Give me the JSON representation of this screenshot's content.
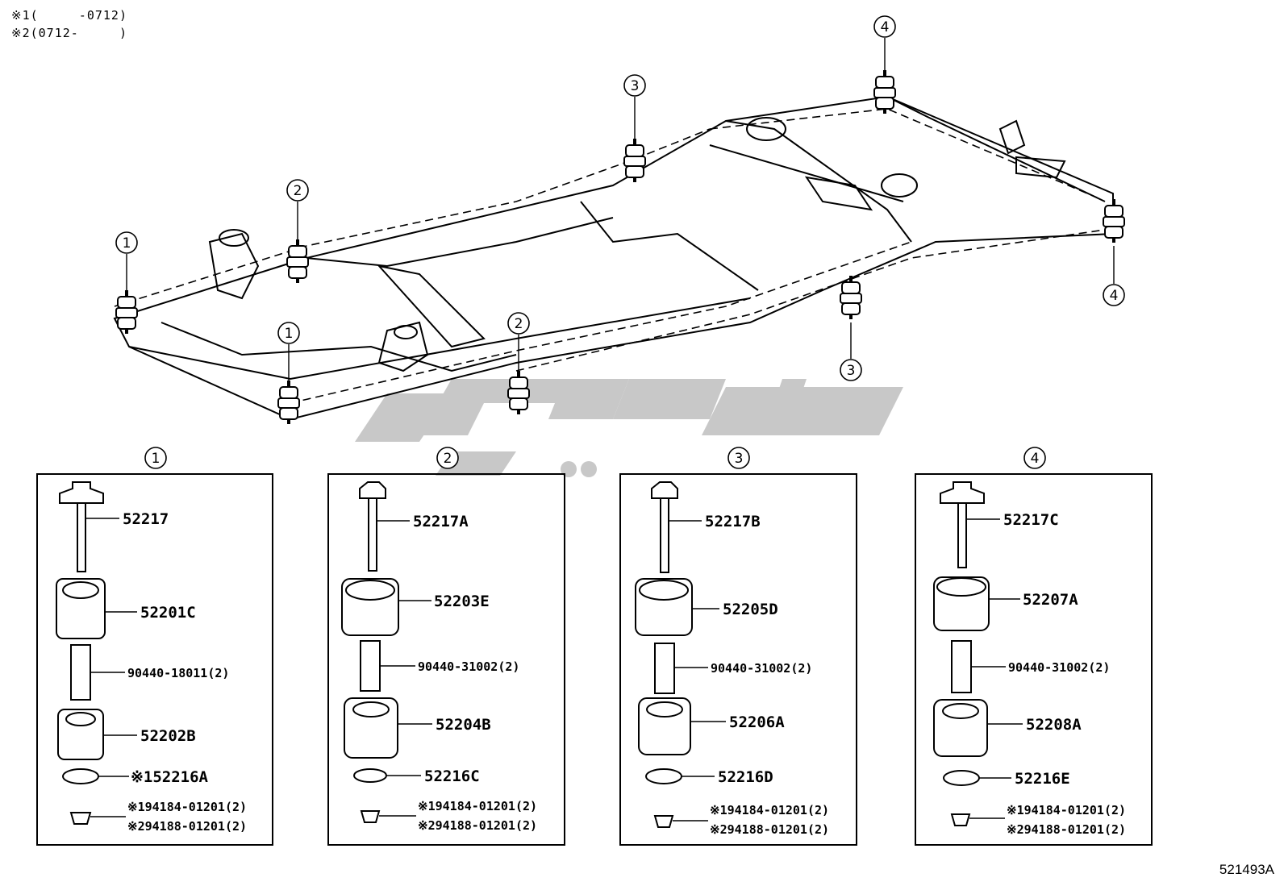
{
  "notes": [
    "※1(     -0712)",
    "※2(0712-     )"
  ],
  "callout_numbers": [
    "1",
    "2",
    "3",
    "4"
  ],
  "groups": [
    {
      "id": "1",
      "bolt": "52217",
      "cushion_upper": "52201C",
      "collar": "90440-18011(2)",
      "cushion_lower": "52202B",
      "washer": "※152216A",
      "nut_1": "※194184-01201(2)",
      "nut_2": "※294188-01201(2)"
    },
    {
      "id": "2",
      "bolt": "52217A",
      "cushion_upper": "52203E",
      "collar": "90440-31002(2)",
      "cushion_lower": "52204B",
      "washer": "52216C",
      "nut_1": "※194184-01201(2)",
      "nut_2": "※294188-01201(2)"
    },
    {
      "id": "3",
      "bolt": "52217B",
      "cushion_upper": "52205D",
      "collar": "90440-31002(2)",
      "cushion_lower": "52206A",
      "washer": "52216D",
      "nut_1": "※194184-01201(2)",
      "nut_2": "※294188-01201(2)"
    },
    {
      "id": "4",
      "bolt": "52217C",
      "cushion_upper": "52207A",
      "collar": "90440-31002(2)",
      "cushion_lower": "52208A",
      "washer": "52216E",
      "nut_1": "※194184-01201(2)",
      "nut_2": "※294188-01201(2)"
    }
  ],
  "diagram_id": "521493A",
  "watermark": "تویوتا",
  "colors": {
    "line": "#000000",
    "watermark": "#c8c8c8"
  }
}
